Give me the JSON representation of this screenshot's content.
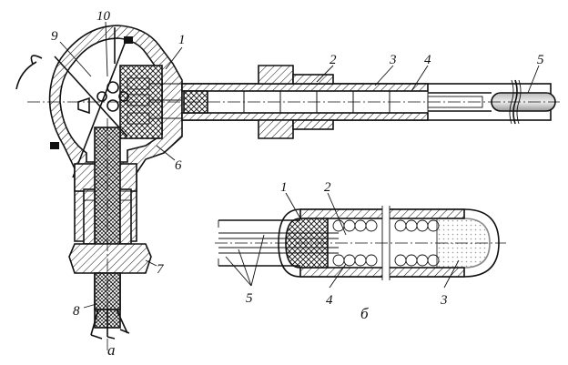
{
  "figure_a": {
    "caption": "а",
    "labels": [
      "1",
      "2",
      "3",
      "4",
      "5",
      "6",
      "7",
      "8",
      "9",
      "10"
    ]
  },
  "figure_b": {
    "caption": "б",
    "labels": [
      "1",
      "2",
      "3",
      "4",
      "5"
    ]
  }
}
